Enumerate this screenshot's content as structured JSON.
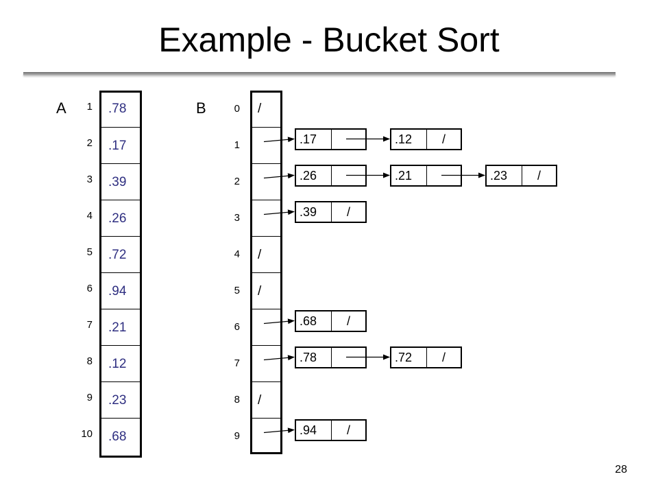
{
  "slide": {
    "title": "Example - Bucket Sort",
    "page_number": "28"
  },
  "array_a": {
    "label": "A",
    "indices": [
      "1",
      "2",
      "3",
      "4",
      "5",
      "6",
      "7",
      "8",
      "9",
      "10"
    ],
    "values": [
      ".78",
      ".17",
      ".39",
      ".26",
      ".72",
      ".94",
      ".21",
      ".12",
      ".23",
      ".68"
    ]
  },
  "array_b": {
    "label": "B",
    "indices": [
      "0",
      "1",
      "2",
      "3",
      "4",
      "5",
      "6",
      "7",
      "8",
      "9"
    ],
    "cells": [
      "/",
      "",
      "",
      "",
      "/",
      "/",
      "",
      "",
      "/",
      ""
    ]
  },
  "buckets": [
    {
      "row": 1,
      "nodes": [
        {
          "value": ".17",
          "next": ""
        },
        {
          "value": ".12",
          "next": "/"
        }
      ]
    },
    {
      "row": 2,
      "nodes": [
        {
          "value": ".26",
          "next": ""
        },
        {
          "value": ".21",
          "next": ""
        },
        {
          "value": ".23",
          "next": "/"
        }
      ]
    },
    {
      "row": 3,
      "nodes": [
        {
          "value": ".39",
          "next": "/"
        }
      ]
    },
    {
      "row": 6,
      "nodes": [
        {
          "value": ".68",
          "next": "/"
        }
      ]
    },
    {
      "row": 7,
      "nodes": [
        {
          "value": ".78",
          "next": ""
        },
        {
          "value": ".72",
          "next": "/"
        }
      ]
    },
    {
      "row": 9,
      "nodes": [
        {
          "value": ".94",
          "next": "/"
        }
      ]
    }
  ]
}
